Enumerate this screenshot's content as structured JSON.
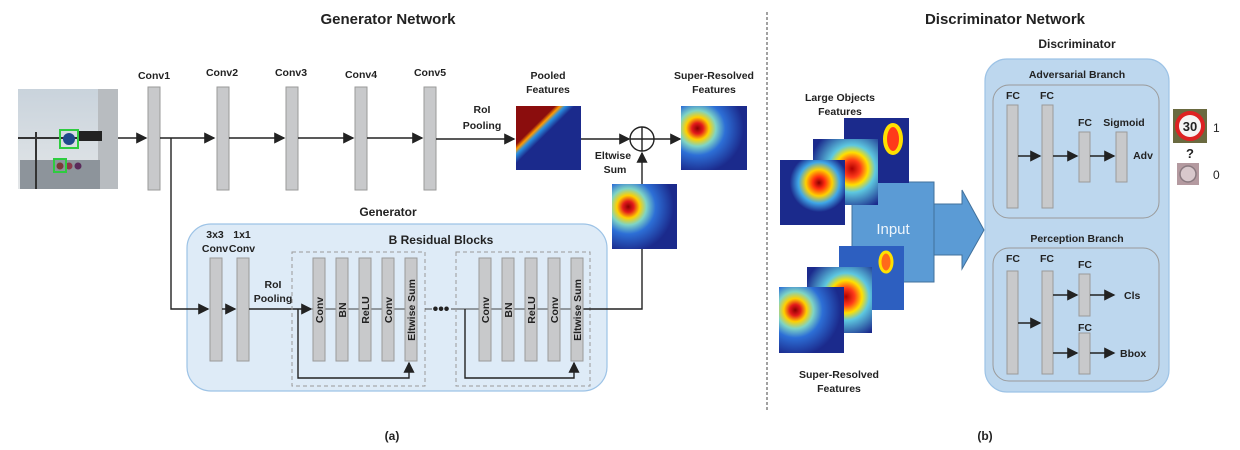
{
  "generator_network": {
    "title": "Generator Network",
    "conv_layers": [
      "Conv1",
      "Conv2",
      "Conv3",
      "Conv4",
      "Conv5"
    ],
    "roi_pooling": [
      "RoI",
      "Pooling"
    ],
    "pooled_features": [
      "Pooled",
      "Features"
    ],
    "eltwise_sum": [
      "Eltwise",
      "Sum"
    ],
    "super_resolved_features": [
      "Super-Resolved",
      "Features"
    ],
    "generator": {
      "title": "Generator",
      "conv3x3": [
        "3x3",
        "Conv"
      ],
      "conv1x1": [
        "1x1",
        "Conv"
      ],
      "roi_pooling": [
        "RoI",
        "Pooling"
      ],
      "residual_title": "B Residual Blocks",
      "block_layers": [
        "Conv",
        "BN",
        "ReLU",
        "Conv",
        "Eltwise Sum"
      ],
      "ellipsis": "•••"
    },
    "caption": "(a)"
  },
  "discriminator_network": {
    "title": "Discriminator Network",
    "large_objects_features": [
      "Large Objects",
      "Features"
    ],
    "super_resolved_features": [
      "Super-Resolved",
      "Features"
    ],
    "input_label": "Input",
    "discriminator": {
      "title": "Discriminator",
      "adversarial_branch": {
        "title": "Adversarial Branch",
        "layers": [
          "FC",
          "FC",
          "FC",
          "Sigmoid"
        ],
        "output": "Adv"
      },
      "perception_branch": {
        "title": "Perception Branch",
        "layers": [
          "FC",
          "FC",
          "FC",
          "FC"
        ],
        "outputs": [
          "Cls",
          "Bbox"
        ]
      }
    },
    "result": {
      "real_value": "1",
      "question": "?",
      "fake_value": "0",
      "sign_text": "30"
    },
    "caption": "(b)"
  },
  "colors": {
    "generator_box": "#deebf7",
    "discriminator_box": "#bdd7ee",
    "input_block": "#5b9bd5",
    "layer_bar": "#c8c9cb",
    "detection_box": "#2ecc40"
  }
}
